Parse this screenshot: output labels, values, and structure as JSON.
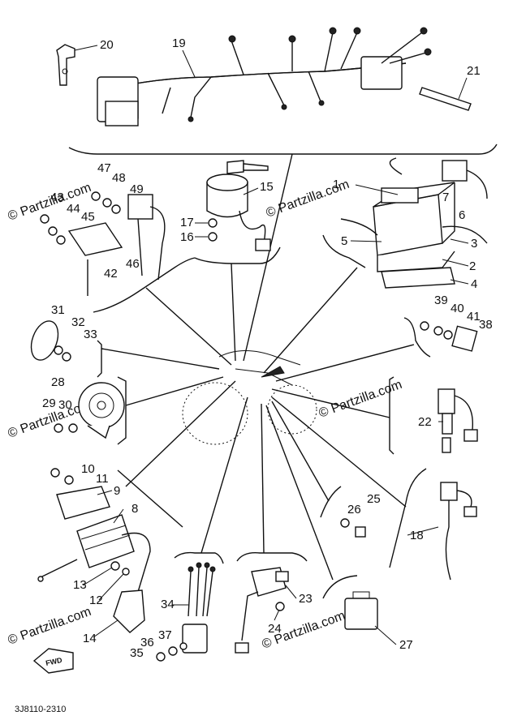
{
  "diagram": {
    "part_code": "3J8110-2310",
    "direction_mark": "FWD",
    "watermark": "© Partzilla.com",
    "callouts": [
      "1",
      "2",
      "3",
      "4",
      "5",
      "6",
      "7",
      "8",
      "9",
      "10",
      "11",
      "12",
      "13",
      "14",
      "15",
      "16",
      "17",
      "18",
      "19",
      "20",
      "21",
      "22",
      "23",
      "24",
      "25",
      "26",
      "27",
      "28",
      "29",
      "30",
      "31",
      "32",
      "33",
      "34",
      "35",
      "36",
      "37",
      "38",
      "39",
      "40",
      "41",
      "42",
      "43",
      "44",
      "45",
      "46",
      "47",
      "48",
      "49"
    ]
  },
  "colors": {
    "line": "#111111",
    "watermark": "#cfcfcf",
    "background": "#ffffff"
  }
}
